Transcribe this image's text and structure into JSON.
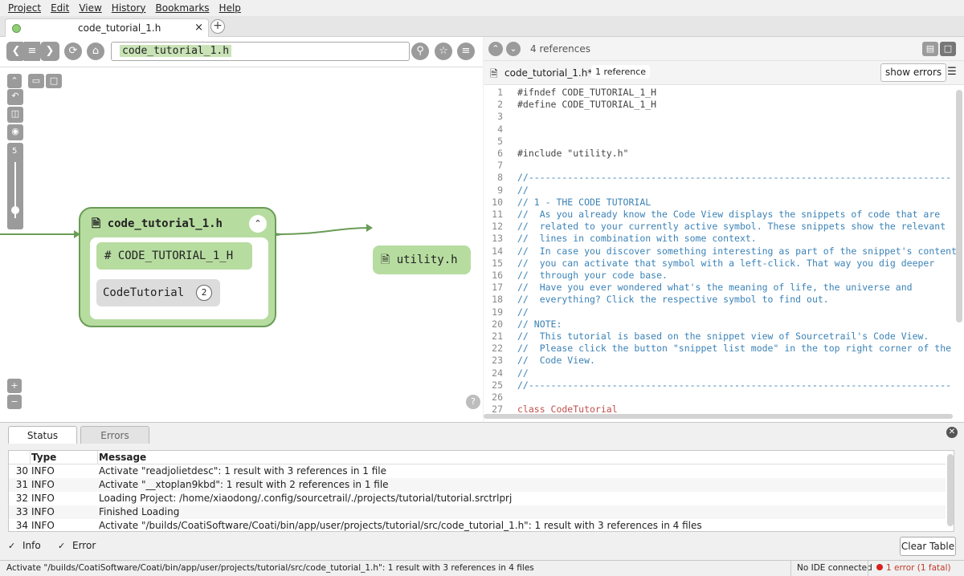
{
  "menu": [
    "Project",
    "Edit",
    "View",
    "History",
    "Bookmarks",
    "Help"
  ],
  "tab": {
    "title": "code_tutorial_1.h",
    "close": "×",
    "new": "+"
  },
  "search": {
    "query": "code_tutorial_1.h"
  },
  "graph": {
    "zoom_level": "5",
    "file_node": "code_tutorial_1.h",
    "macro_node": "CODE_TUTORIAL_1_H",
    "class_node": "CodeTutorial",
    "class_count": "2",
    "utility_node": "utility.h",
    "help": "?"
  },
  "code_view": {
    "references": "4 references",
    "file_name": "code_tutorial_1.h*",
    "file_refs": "1 reference",
    "show_errors": "show errors",
    "lines": [
      {
        "n": "1",
        "text": "#ifndef CODE_TUTORIAL_1_H",
        "cls": "pp"
      },
      {
        "n": "2",
        "text": "#define CODE_TUTORIAL_1_H",
        "cls": "pp"
      },
      {
        "n": "3",
        "text": "",
        "cls": ""
      },
      {
        "n": "4",
        "text": "",
        "cls": ""
      },
      {
        "n": "5",
        "text": "",
        "cls": ""
      },
      {
        "n": "6",
        "text": "#include \"utility.h\"",
        "cls": "pp"
      },
      {
        "n": "7",
        "text": "",
        "cls": ""
      },
      {
        "n": "8",
        "text": "//----------------------------------------------------------------------------",
        "cls": "cm"
      },
      {
        "n": "9",
        "text": "//",
        "cls": "cm"
      },
      {
        "n": "10",
        "text": "// 1 - THE CODE TUTORIAL",
        "cls": "cm"
      },
      {
        "n": "11",
        "text": "//  As you already know the Code View displays the snippets of code that are",
        "cls": "cm"
      },
      {
        "n": "12",
        "text": "//  related to your currently active symbol. These snippets show the relevant",
        "cls": "cm"
      },
      {
        "n": "13",
        "text": "//  lines in combination with some context.",
        "cls": "cm"
      },
      {
        "n": "14",
        "text": "//  In case you discover something interesting as part of the snippet's content",
        "cls": "cm"
      },
      {
        "n": "15",
        "text": "//  you can activate that symbol with a left-click. That way you dig deeper",
        "cls": "cm"
      },
      {
        "n": "16",
        "text": "//  through your code base.",
        "cls": "cm"
      },
      {
        "n": "17",
        "text": "//  Have you ever wondered what's the meaning of life, the universe and",
        "cls": "cm"
      },
      {
        "n": "18",
        "text": "//  everything? Click the respective symbol to find out.",
        "cls": "cm"
      },
      {
        "n": "19",
        "text": "//",
        "cls": "cm"
      },
      {
        "n": "20",
        "text": "// NOTE:",
        "cls": "cm"
      },
      {
        "n": "21",
        "text": "//  This tutorial is based on the snippet view of Sourcetrail's Code View.",
        "cls": "cm"
      },
      {
        "n": "22",
        "text": "//  Please click the button \"snippet list mode\" in the top right corner of the",
        "cls": "cm"
      },
      {
        "n": "23",
        "text": "//  Code View.",
        "cls": "cm"
      },
      {
        "n": "24",
        "text": "//",
        "cls": "cm"
      },
      {
        "n": "25",
        "text": "//----------------------------------------------------------------------------",
        "cls": "cm"
      },
      {
        "n": "26",
        "text": "",
        "cls": ""
      },
      {
        "n": "27",
        "text": "class CodeTutorial",
        "cls": "kw"
      }
    ]
  },
  "status": {
    "tabs": [
      "Status",
      "Errors"
    ],
    "columns": [
      "Type",
      "Message"
    ],
    "rows": [
      {
        "n": "30",
        "type": "INFO",
        "msg": "Activate \"readjolietdesc\": 1 result with 3 references in 1 file"
      },
      {
        "n": "31",
        "type": "INFO",
        "msg": "Activate \"__xtoplan9kbd\": 1 result with 2 references in 1 file"
      },
      {
        "n": "32",
        "type": "INFO",
        "msg": "Loading Project: /home/xiaodong/.config/sourcetrail/./projects/tutorial/tutorial.srctrlprj"
      },
      {
        "n": "33",
        "type": "INFO",
        "msg": "Finished Loading"
      },
      {
        "n": "34",
        "type": "INFO",
        "msg": "Activate \"/builds/CoatiSoftware/Coati/bin/app/user/projects/tutorial/src/code_tutorial_1.h\": 1 result with 3 references in 4 files"
      }
    ],
    "filter_info": "Info",
    "filter_error": "Error",
    "clear": "Clear Table"
  },
  "statusbar": {
    "message": "Activate \"/builds/CoatiSoftware/Coati/bin/app/user/projects/tutorial/src/code_tutorial_1.h\": 1 result with 3 references in 4 files",
    "ide": "No IDE connected",
    "errors": "1 error (1 fatal)"
  }
}
